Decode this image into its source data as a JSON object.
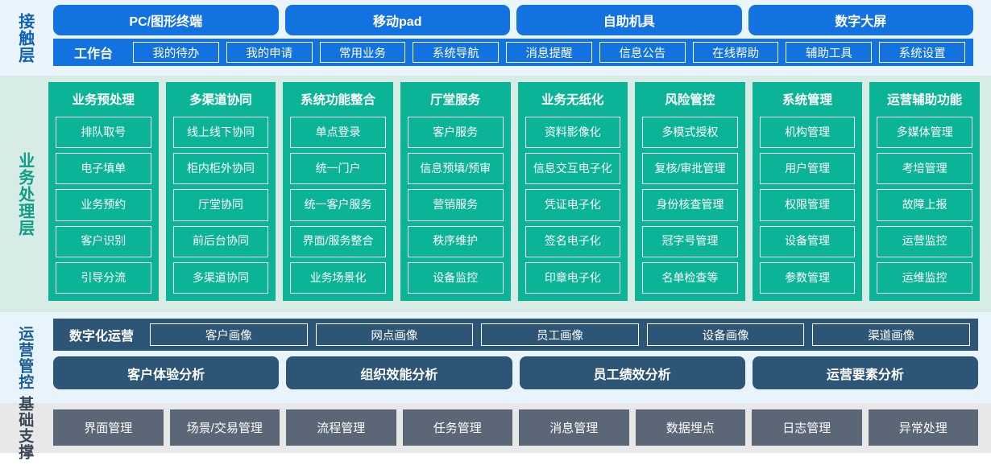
{
  "layers": {
    "touch": {
      "label": "接触层",
      "channels": [
        "PC/图形终端",
        "移动pad",
        "自助机具",
        "数字大屏"
      ],
      "workbench_label": "工作台",
      "items": [
        "我的待办",
        "我的申请",
        "常用业务",
        "系统导航",
        "消息提醒",
        "信息公告",
        "在线帮助",
        "辅助工具",
        "系统设置"
      ]
    },
    "business": {
      "label": "业务处理层",
      "columns": [
        {
          "title": "业务预处理",
          "items": [
            "排队取号",
            "电子填单",
            "业务预约",
            "客户识别",
            "引导分流"
          ]
        },
        {
          "title": "多渠道协同",
          "items": [
            "线上线下协同",
            "柜内柜外协同",
            "厅堂协同",
            "前后台协同",
            "多渠道协同"
          ]
        },
        {
          "title": "系统功能整合",
          "items": [
            "单点登录",
            "统一门户",
            "统一客户服务",
            "界面/服务整合",
            "业务场景化"
          ]
        },
        {
          "title": "厅堂服务",
          "items": [
            "客户服务",
            "信息预填/预审",
            "营销服务",
            "秩序维护",
            "设备监控"
          ]
        },
        {
          "title": "业务无纸化",
          "items": [
            "资料影像化",
            "信息交互电子化",
            "凭证电子化",
            "签名电子化",
            "印章电子化"
          ]
        },
        {
          "title": "风险管控",
          "items": [
            "多模式授权",
            "复核/审批管理",
            "身份核查管理",
            "冠字号管理",
            "名单检查等"
          ]
        },
        {
          "title": "系统管理",
          "items": [
            "机构管理",
            "用户管理",
            "权限管理",
            "设备管理",
            "参数管理"
          ]
        },
        {
          "title": "运营辅助功能",
          "items": [
            "多媒体管理",
            "考培管理",
            "故障上报",
            "运营监控",
            "运维监控"
          ]
        }
      ]
    },
    "operations": {
      "label": "运营管控",
      "digital_title": "数字化运营",
      "portraits": [
        "客户画像",
        "网点画像",
        "员工画像",
        "设备画像",
        "渠道画像"
      ],
      "analyses": [
        "客户体验分析",
        "组织效能分析",
        "员工绩效分析",
        "运营要素分析"
      ]
    },
    "foundation": {
      "label": "基础支撑",
      "items": [
        "界面管理",
        "场景/交易管理",
        "流程管理",
        "任务管理",
        "消息管理",
        "数据埋点",
        "日志管理",
        "异常处理"
      ]
    }
  },
  "colors": {
    "touch_band": "#eaf4fd",
    "touch_accent": "#1272df",
    "business_band": "#d6ece5",
    "business_accent": "#0cb497",
    "operations_band": "#e8f4fc",
    "operations_accent": "#2d5676",
    "foundation_band": "#e8e8e8",
    "foundation_accent": "#5b6677"
  }
}
